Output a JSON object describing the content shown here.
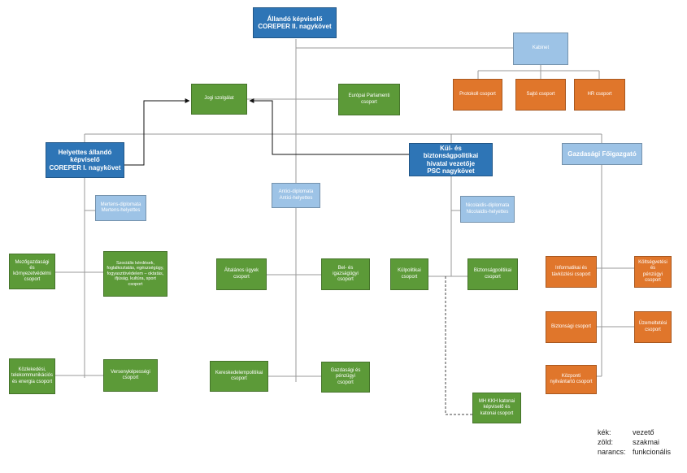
{
  "nodes": {
    "top": "Állandó képviselő\nCOREPER II. nagykövet",
    "kabinet": "Kabinet",
    "protokoll": "Protokoll csoport",
    "sajto": "Sajtó csoport",
    "hr": "HR csoport",
    "jogi": "Jogi szolgálat",
    "ep": "Európai Parlamenti\ncsoport",
    "helyettes": "Helyettes állandó\nképviselő\nCOREPER I. nagykövet",
    "kul": "Kül- és biztonságpolitikai\nhivatal vezetője\nPSC nagykövet",
    "gazd": "Gazdasági Főigazgató",
    "antici": "Antici-diplomata\nAntici-helyettes",
    "mertens": "Mertens-diplomata\nMertens-helyettes",
    "nicolaidis": "Nicolaidis-diplomata\nNicolaidis-helyettes",
    "mezo": "Mezőgazdasági és\nkörnyezetvédelmi\ncsoport",
    "szoc": "Szociális kérdések,\nfoglalkoztatás, egészségügy,\nfogyasztóvédelem – oktatás,\nifjúság, kultúra, sport\ncsoport",
    "kozl": "Közlekedési,\ntelekommunikációs\nés energia csoport",
    "verseny": "Versenyképességi\ncsoport",
    "altal": "Általános ügyek\ncsoport",
    "bel": "Bel- és igazságügyi\ncsoport",
    "keresk": "Kereskedelempolitikai\ncsoport",
    "gazdp": "Gazdasági és\npénzügyi\ncsoport",
    "kulpol": "Külpolitikai\ncsoport",
    "bizt": "Biztonságpolitikai\ncsoport",
    "mhkkh": "MH KKH katonai\nképviselő és\nkatonai csoport",
    "info": "Informatikai és\ntávközlési csoport",
    "kolts": "Költségvetési és\npénzügyi csoport",
    "biztcs": "Biztonsági csoport",
    "uzem": "Üzemeltetési\ncsoport",
    "kozp": "Központi\nnyilvántartó csoport"
  },
  "legend": [
    {
      "key": "kék:",
      "value": "vezető",
      "color": "#2e75b6"
    },
    {
      "key": "zöld:",
      "value": "szakmai",
      "color": "#5c9a38"
    },
    {
      "key": "narancs:",
      "value": "funkcionális",
      "color": "#e0762b"
    }
  ]
}
